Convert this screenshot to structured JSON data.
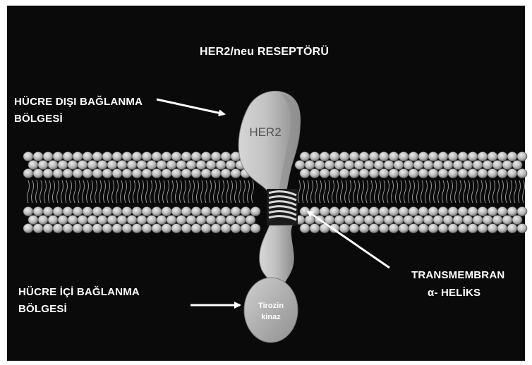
{
  "title": "HER2/neu RESEPTÖRÜ",
  "labels": {
    "extracellular_line1": "HÜCRE DIŞI BAĞLANMA",
    "extracellular_line2": "BÖLGESİ",
    "intracellular_line1": "HÜCRE İÇİ BAĞLANMA",
    "intracellular_line2": "BÖLGESİ",
    "transmembrane_line1": "TRANSMEMBRAN",
    "transmembrane_line2": "α- HELİKS"
  },
  "receptor": {
    "name": "HER2",
    "kinase_line1": "Tirozin",
    "kinase_line2": "kinaz"
  },
  "colors": {
    "background": "#0a0a0a",
    "membrane_heads": "#c9c9c9",
    "receptor": "#b8b8b8",
    "text": "#ffffff"
  }
}
